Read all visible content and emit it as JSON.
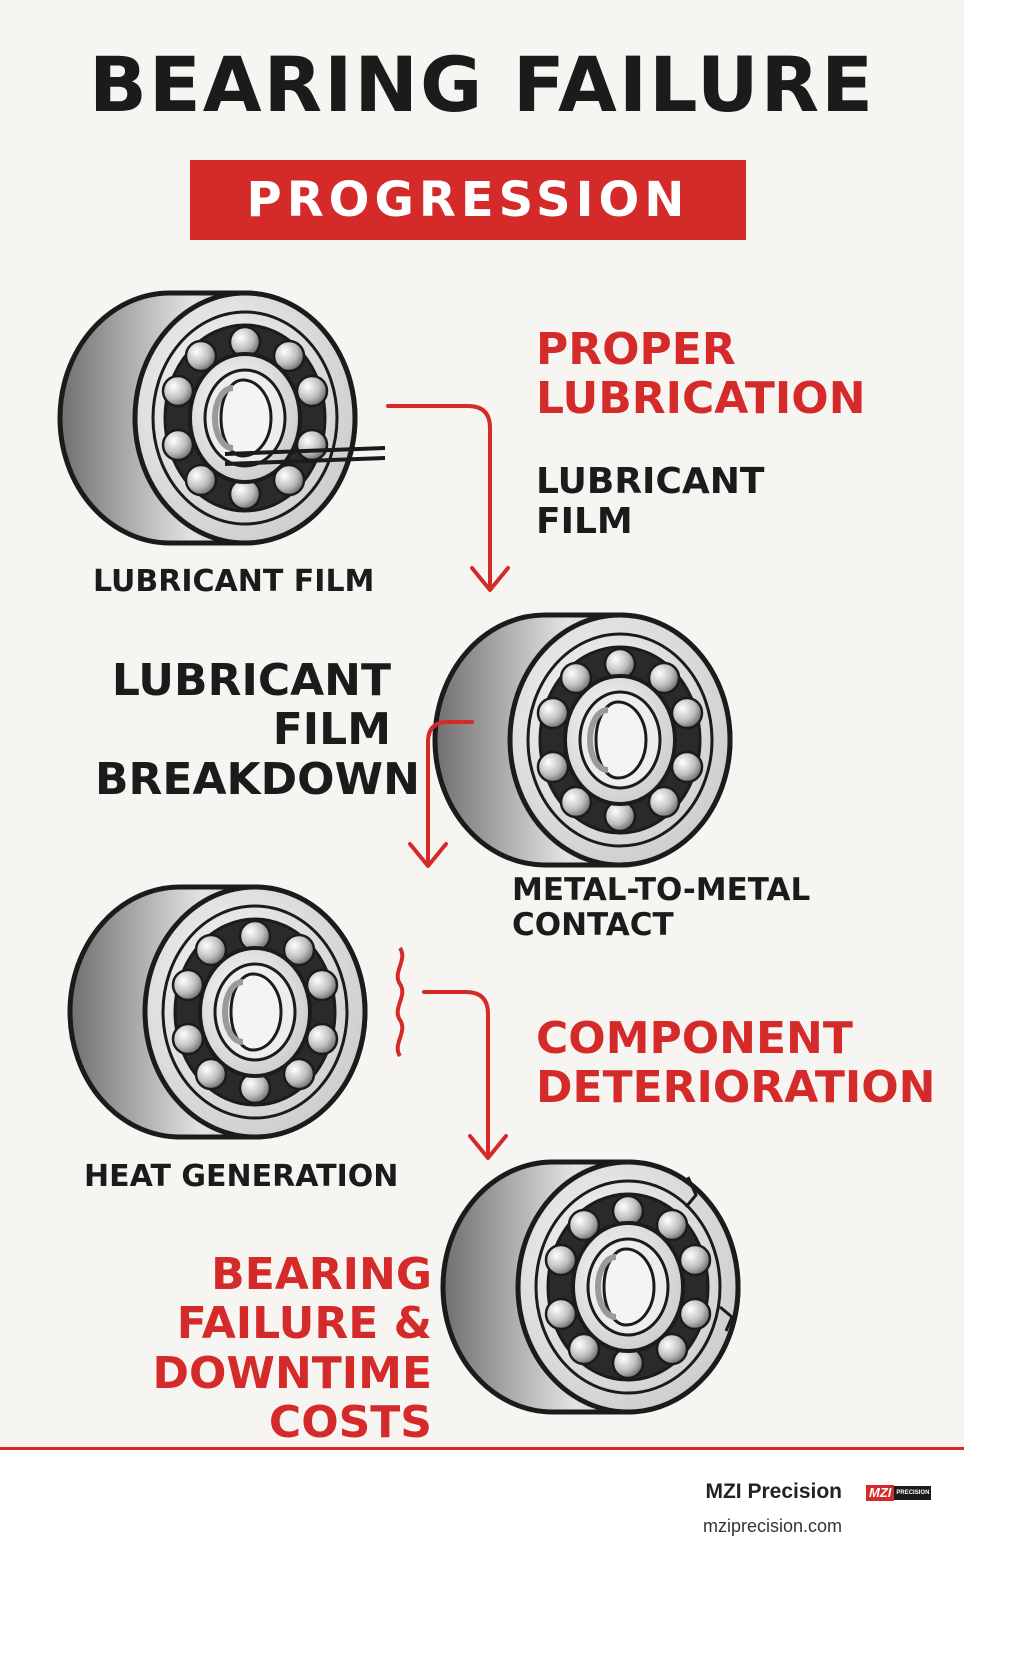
{
  "header": {
    "title": "BEARING FAILURE",
    "subtitle": "PROGRESSION"
  },
  "stages": {
    "proper_lubrication": "PROPER\nLUBRICATION",
    "lubricant_film_right": "LUBRICANT\nFILM",
    "lubricant_film_caption": "LUBRICANT FILM",
    "film_breakdown": "LUBRICANT\nFILM\nBREAKDOWN",
    "metal_contact": "METAL-TO-METAL\nCONTACT",
    "heat_generation": "HEAT GENERATION",
    "component_deterioration": "COMPONENT\nDETERIORATION",
    "bearing_failure": "BEARING\nFAILURE &\nDOWNTIME COSTS"
  },
  "footer": {
    "brand": "MZI Precision",
    "url": "mziprecision.com",
    "logo_main": "MZI",
    "logo_sub": "PRECISION"
  },
  "colors": {
    "accent": "#d42a2a",
    "text": "#1b1b1b",
    "background": "#f7f5f1"
  }
}
